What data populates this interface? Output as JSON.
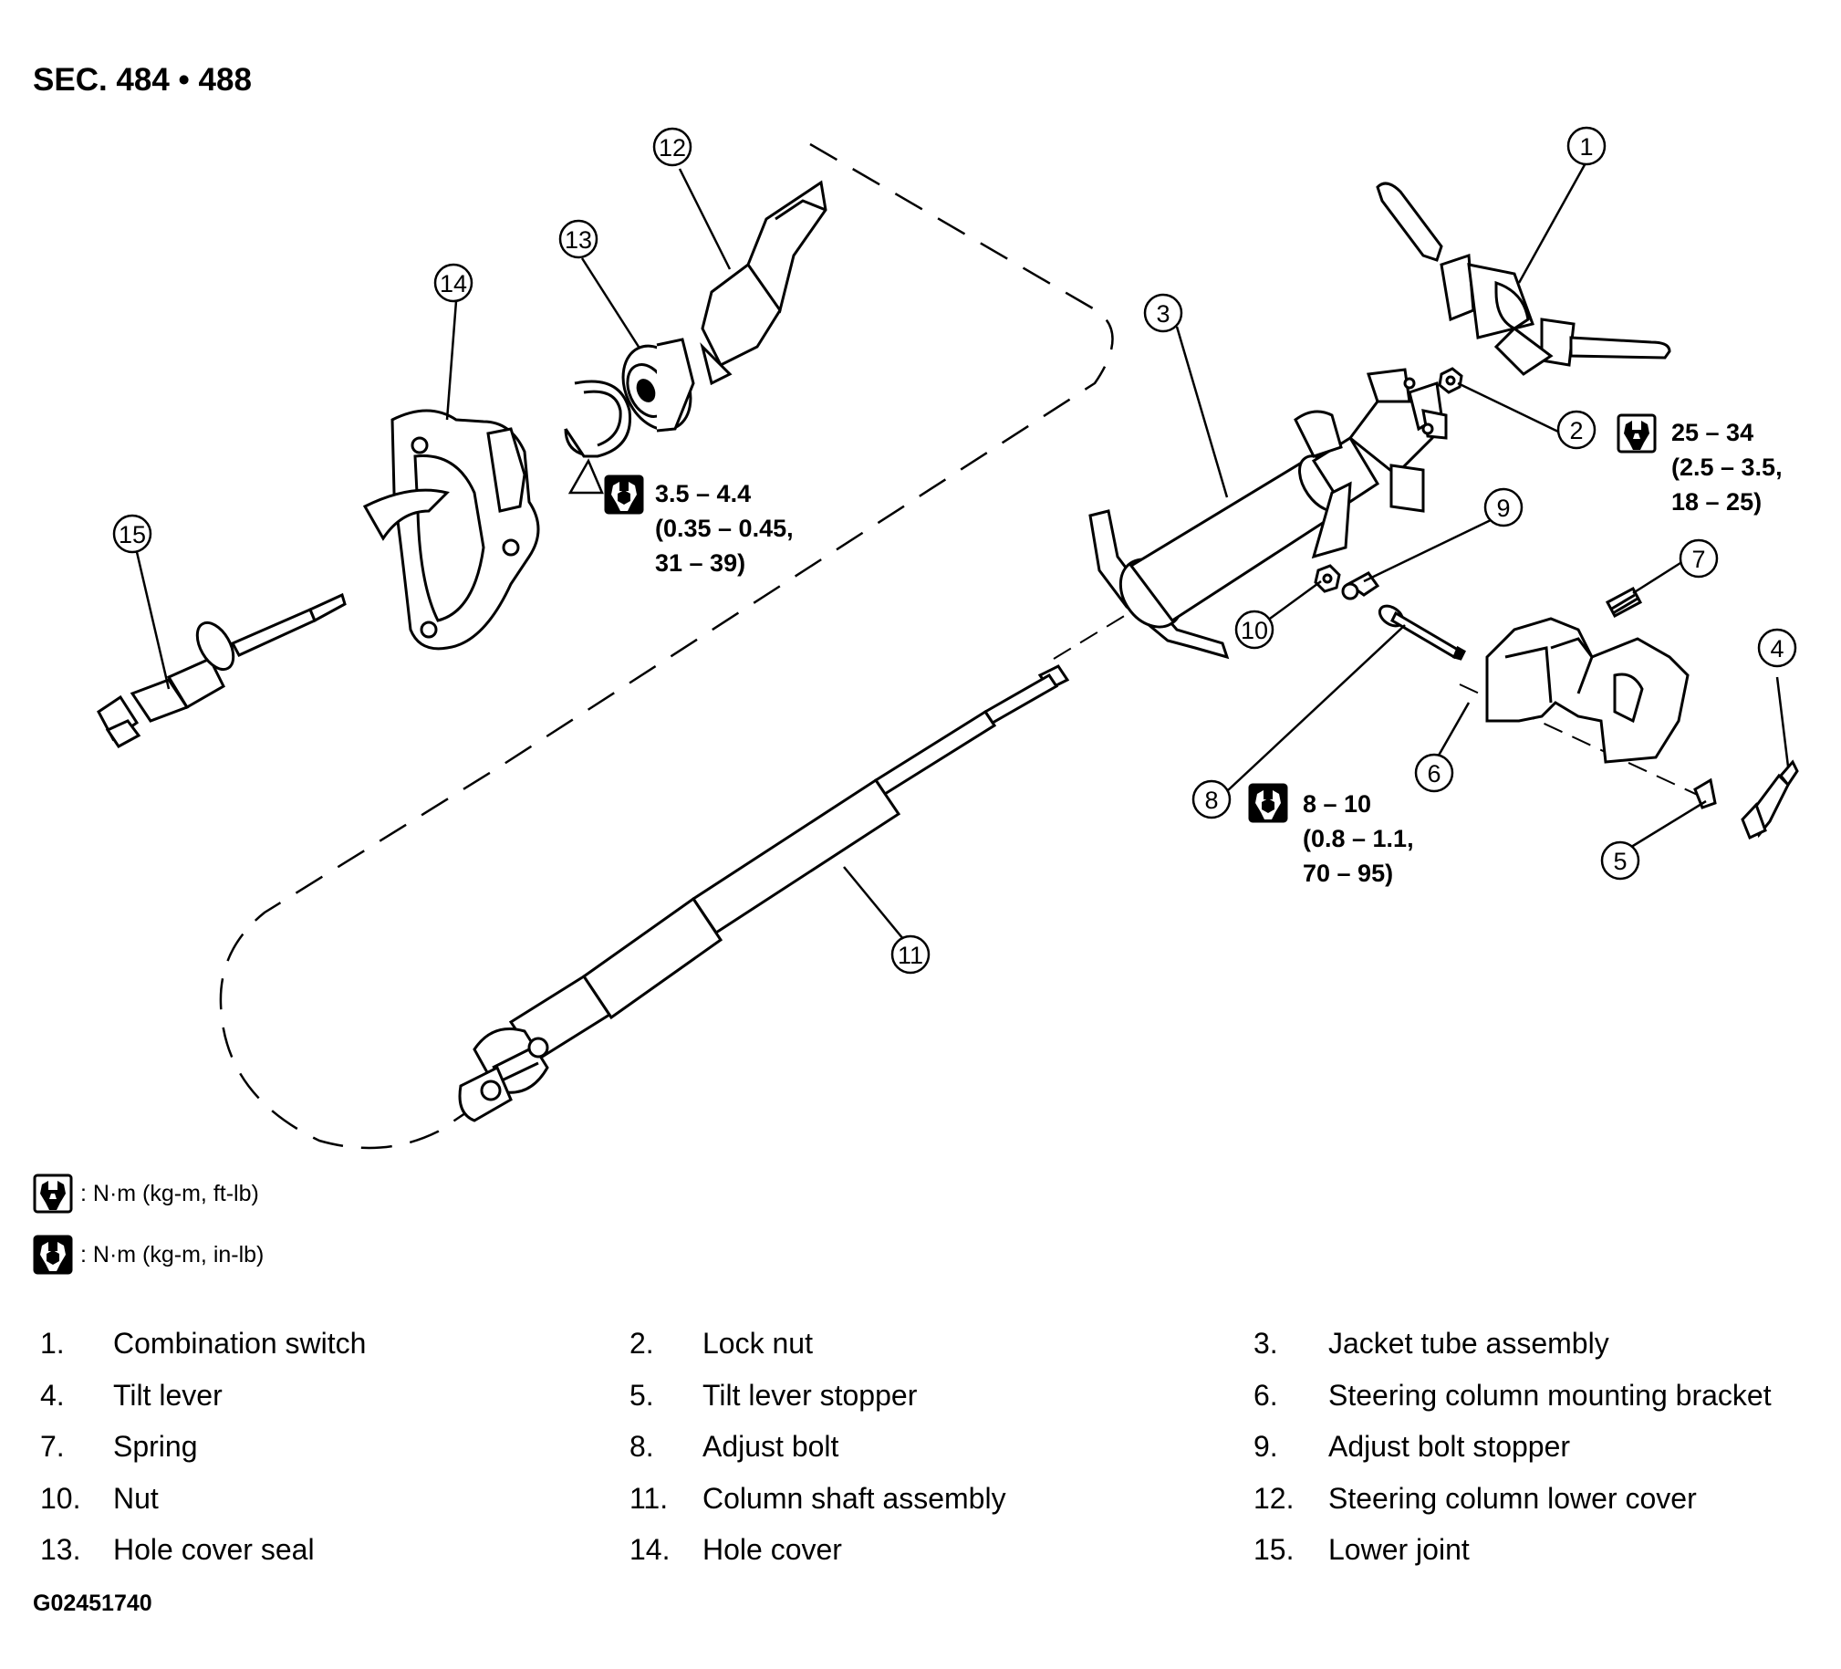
{
  "header": {
    "section": "SEC. 484 • 488"
  },
  "torque_specs": {
    "hole_cover_clamp": [
      "3.5 – 4.4",
      "(0.35 – 0.45,",
      "31 – 39)"
    ],
    "lock_nut": [
      "25 – 34",
      "(2.5 – 3.5,",
      "18 – 25)"
    ],
    "adjust_bolt": [
      "8 – 10",
      "(0.8 – 1.1,",
      "70 – 95)"
    ]
  },
  "legend": {
    "open_wrench": ": N·m (kg-m, ft-lb)",
    "solid_wrench": ": N·m (kg-m, in-lb)"
  },
  "callouts": [
    "1",
    "2",
    "3",
    "4",
    "5",
    "6",
    "7",
    "8",
    "9",
    "10",
    "11",
    "12",
    "13",
    "14",
    "15"
  ],
  "parts": [
    {
      "num": "1.",
      "name": "Combination switch"
    },
    {
      "num": "2.",
      "name": "Lock nut"
    },
    {
      "num": "3.",
      "name": "Jacket tube assembly"
    },
    {
      "num": "4.",
      "name": "Tilt lever"
    },
    {
      "num": "5.",
      "name": "Tilt lever stopper"
    },
    {
      "num": "6.",
      "name": "Steering column mounting bracket"
    },
    {
      "num": "7.",
      "name": "Spring"
    },
    {
      "num": "8.",
      "name": "Adjust bolt"
    },
    {
      "num": "9.",
      "name": "Adjust bolt stopper"
    },
    {
      "num": "10.",
      "name": "Nut"
    },
    {
      "num": "11.",
      "name": "Column shaft assembly"
    },
    {
      "num": "12.",
      "name": "Steering column lower cover"
    },
    {
      "num": "13.",
      "name": "Hole cover seal"
    },
    {
      "num": "14.",
      "name": "Hole cover"
    },
    {
      "num": "15.",
      "name": "Lower joint"
    }
  ],
  "figure_code": "G02451740"
}
